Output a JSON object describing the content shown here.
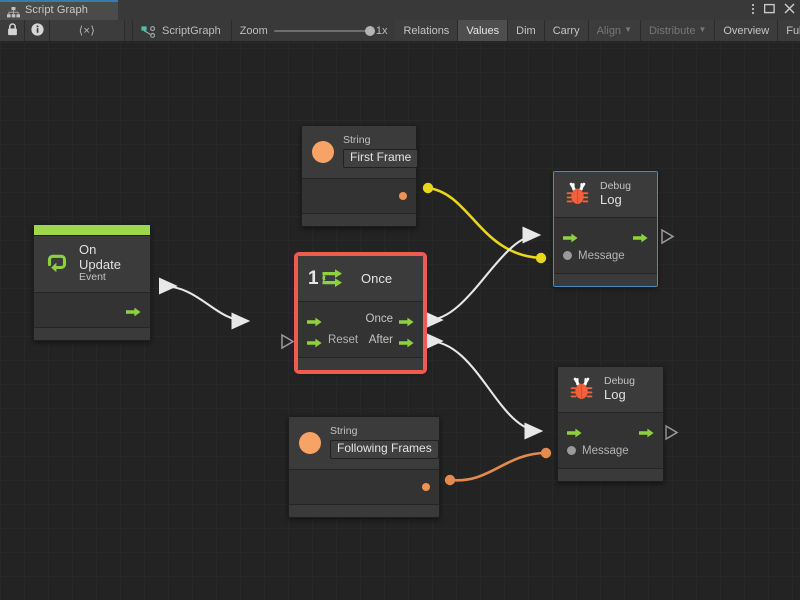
{
  "window": {
    "tab_label": "Script Graph",
    "tab_icon": "graph-hierarchy-icon",
    "menu_icon": "kebab-menu-icon",
    "maximize_icon": "maximize-icon",
    "close_icon": "close-icon"
  },
  "toolbar": {
    "lock_icon": "lock-icon",
    "info_icon": "info-icon",
    "code_icon": "angle-brackets-icon",
    "graph_icon": "scriptgraph-icon",
    "graph_name": "ScriptGraph",
    "zoom_label": "Zoom",
    "zoom_value": "1x",
    "buttons": [
      {
        "label": "Relations",
        "state": "normal"
      },
      {
        "label": "Values",
        "state": "active"
      },
      {
        "label": "Dim",
        "state": "normal"
      },
      {
        "label": "Carry",
        "state": "normal"
      },
      {
        "label": "Align",
        "state": "disabled",
        "caret": true
      },
      {
        "label": "Distribute",
        "state": "disabled",
        "caret": true
      },
      {
        "label": "Overview",
        "state": "normal"
      },
      {
        "label": "Full Screen",
        "state": "normal"
      }
    ]
  },
  "colors": {
    "flow_green": "#8ed13e",
    "event_accent": "#9fd64f",
    "selection_red": "#f05a4f",
    "selection_blue": "#3d8fc4",
    "wire_flow": "#e8e8e8",
    "wire_yellow": "#e8d71a",
    "wire_orange": "#e38a4e",
    "string_port": "#f09250",
    "canvas": "#232323"
  },
  "nodes": [
    {
      "id": "on-update",
      "kind": "event",
      "title": "On Update",
      "subtitle": "Event",
      "icon": "update-loop-icon",
      "accent": "#9fd64f",
      "selected": "none",
      "outputs": [
        {
          "name": "",
          "type": "flow"
        }
      ]
    },
    {
      "id": "string-first-frame",
      "kind": "value",
      "title": "String",
      "icon": "string-circle-icon",
      "value": "First Frame",
      "selected": "none",
      "outputs": [
        {
          "name": "",
          "type": "string"
        }
      ]
    },
    {
      "id": "once",
      "kind": "flow-control",
      "title": "Once",
      "icon": "once-counter-icon",
      "icon_number": "1",
      "selected": "red",
      "inputs": [
        {
          "name": "",
          "type": "flow"
        },
        {
          "name": "Reset",
          "type": "flow"
        }
      ],
      "outputs": [
        {
          "name": "Once",
          "type": "flow"
        },
        {
          "name": "After",
          "type": "flow"
        }
      ]
    },
    {
      "id": "string-following-frames",
      "kind": "value",
      "title": "String",
      "icon": "string-circle-icon",
      "value": "Following Frames",
      "selected": "none",
      "outputs": [
        {
          "name": "",
          "type": "string"
        }
      ]
    },
    {
      "id": "debug-log-1",
      "kind": "action",
      "title_small": "Debug",
      "title_large": "Log",
      "icon": "bug-icon",
      "selected": "blue",
      "inputs": [
        {
          "name": "",
          "type": "flow"
        },
        {
          "name": "Message",
          "type": "value"
        }
      ],
      "outputs": [
        {
          "name": "",
          "type": "flow"
        }
      ]
    },
    {
      "id": "debug-log-2",
      "kind": "action",
      "title_small": "Debug",
      "title_large": "Log",
      "icon": "bug-icon",
      "selected": "none",
      "inputs": [
        {
          "name": "",
          "type": "flow"
        },
        {
          "name": "Message",
          "type": "value"
        }
      ],
      "outputs": [
        {
          "name": "",
          "type": "flow"
        }
      ]
    }
  ],
  "connections": [
    {
      "from": "on-update",
      "to": "once",
      "type": "flow",
      "color": "#e8e8e8"
    },
    {
      "from": "string-first-frame",
      "to": "debug-log-1",
      "type": "string",
      "color": "#e8d71a"
    },
    {
      "from": "once.Once",
      "to": "debug-log-1",
      "type": "flow",
      "color": "#e8e8e8"
    },
    {
      "from": "once.After",
      "to": "debug-log-2",
      "type": "flow",
      "color": "#e8e8e8"
    },
    {
      "from": "string-following-frames",
      "to": "debug-log-2",
      "type": "string",
      "color": "#e38a4e"
    }
  ]
}
